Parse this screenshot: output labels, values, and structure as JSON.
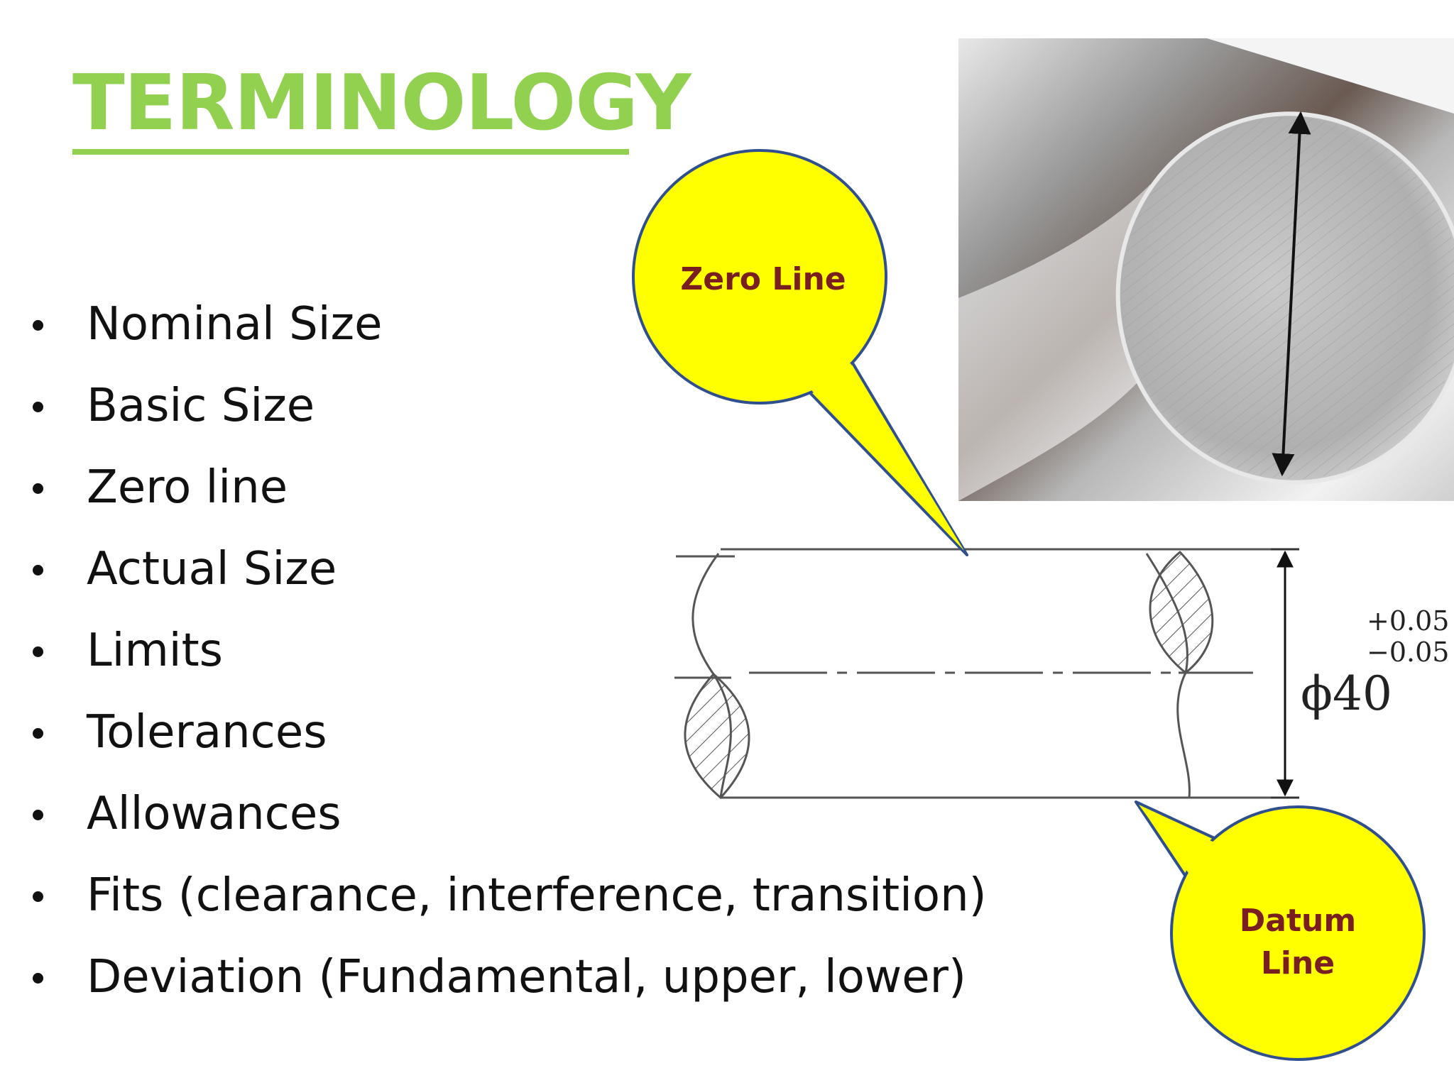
{
  "title": "TERMINOLOGY",
  "bullets": [
    "Nominal Size",
    "Basic Size",
    "Zero line",
    "Actual Size",
    "Limits",
    "Tolerances",
    "Allowances",
    "Fits (clearance, interference, transition)",
    "Deviation (Fundamental, upper, lower)"
  ],
  "callouts": {
    "zero_line": "Zero Line",
    "datum_line_1": "Datum",
    "datum_line_2": "Line"
  },
  "dimension": {
    "diameter": "ϕ40",
    "upper_tolerance": "+0.05",
    "lower_tolerance": "−0.05"
  },
  "colors": {
    "title_green": "#92D050",
    "callout_fill": "#FFFF00",
    "callout_stroke": "#2F4F8F",
    "callout_text": "#7A1F1F"
  },
  "icons": [
    "metal-rod-photo",
    "diameter-arrow-icon"
  ]
}
